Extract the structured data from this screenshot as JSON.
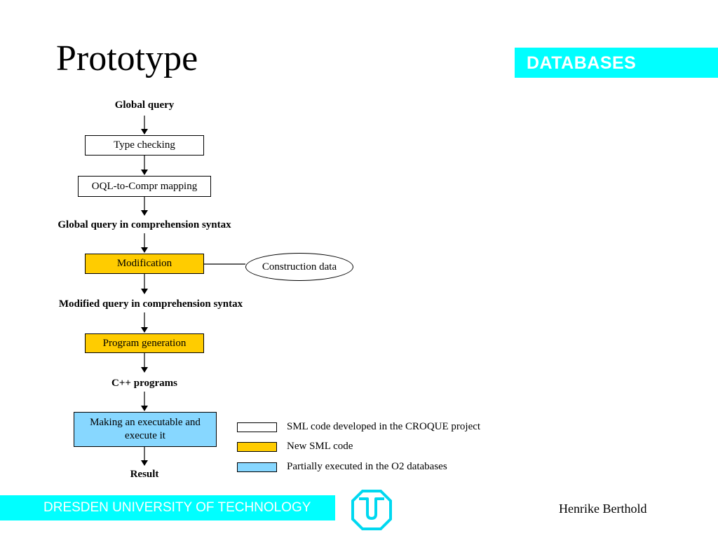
{
  "slide": {
    "title": "Prototype",
    "banner": "DATABASES",
    "footer": "DRESDEN UNIVERSITY OF TECHNOLOGY",
    "author": "Henrike Berthold",
    "logo_icon": "tu-dresden-logo-icon"
  },
  "flow": {
    "global_query": "Global query",
    "type_checking": "Type checking",
    "oql_mapping": "OQL-to-Compr mapping",
    "global_comprehension": "Global query in comprehension syntax",
    "modification": "Modification",
    "construction_data": "Construction data",
    "modified_comprehension": "Modified query in comprehension syntax",
    "program_generation": "Program generation",
    "cpp_programs": "C++ programs",
    "executable_line1": "Making an executable and",
    "executable_line2": "execute it",
    "result": "Result"
  },
  "legend": [
    {
      "label": "SML code developed in the CROQUE project",
      "color": "#ffffff"
    },
    {
      "label": "New SML code",
      "color": "#ffcc00"
    },
    {
      "label": "Partially executed in the O2 databases",
      "color": "#87d7ff"
    }
  ],
  "colors": {
    "accent": "#00ffff",
    "existing_code": "#ffffff",
    "new_code": "#ffcc00",
    "o2_execution": "#87d7ff"
  }
}
